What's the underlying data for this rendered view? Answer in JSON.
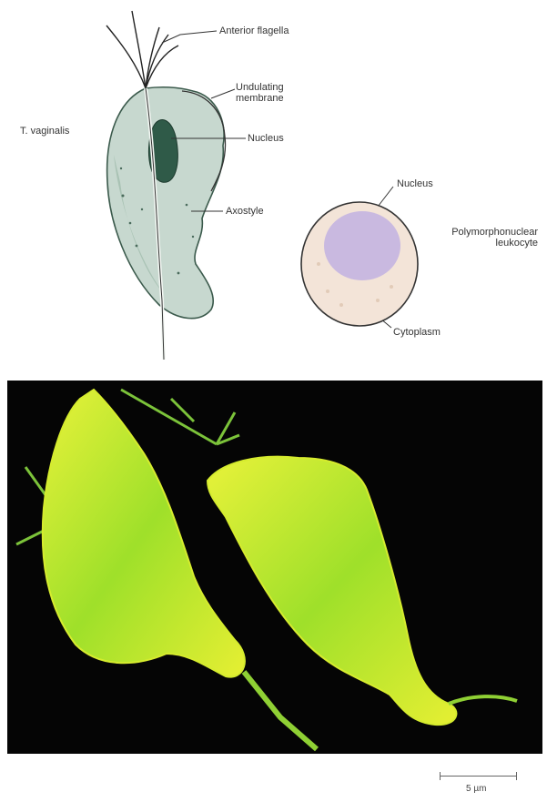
{
  "illustration": {
    "labels": {
      "species": "T. vaginalis",
      "flagella": "Anterior flagella",
      "undulating": "Undulating membrane",
      "nucleus_trich": "Nucleus",
      "axostyle": "Axostyle",
      "nucleus_leuk": "Nucleus",
      "leukocyte": "Polymorphonuclear leukocyte",
      "cytoplasm": "Cytoplasm"
    }
  },
  "scale_bar": {
    "label": "5 µm"
  },
  "colors": {
    "cell_body": "#c7d8cf",
    "cell_shade": "#8fb09f",
    "nucleus_dark": "#2f5a48",
    "leukocyte_nucleus": "#c9b9e0",
    "leukocyte_cytoplasm": "#f3e4d8",
    "sem_green": "#9fe02a",
    "sem_yellow": "#e9f23a",
    "background_dark": "#050505"
  }
}
